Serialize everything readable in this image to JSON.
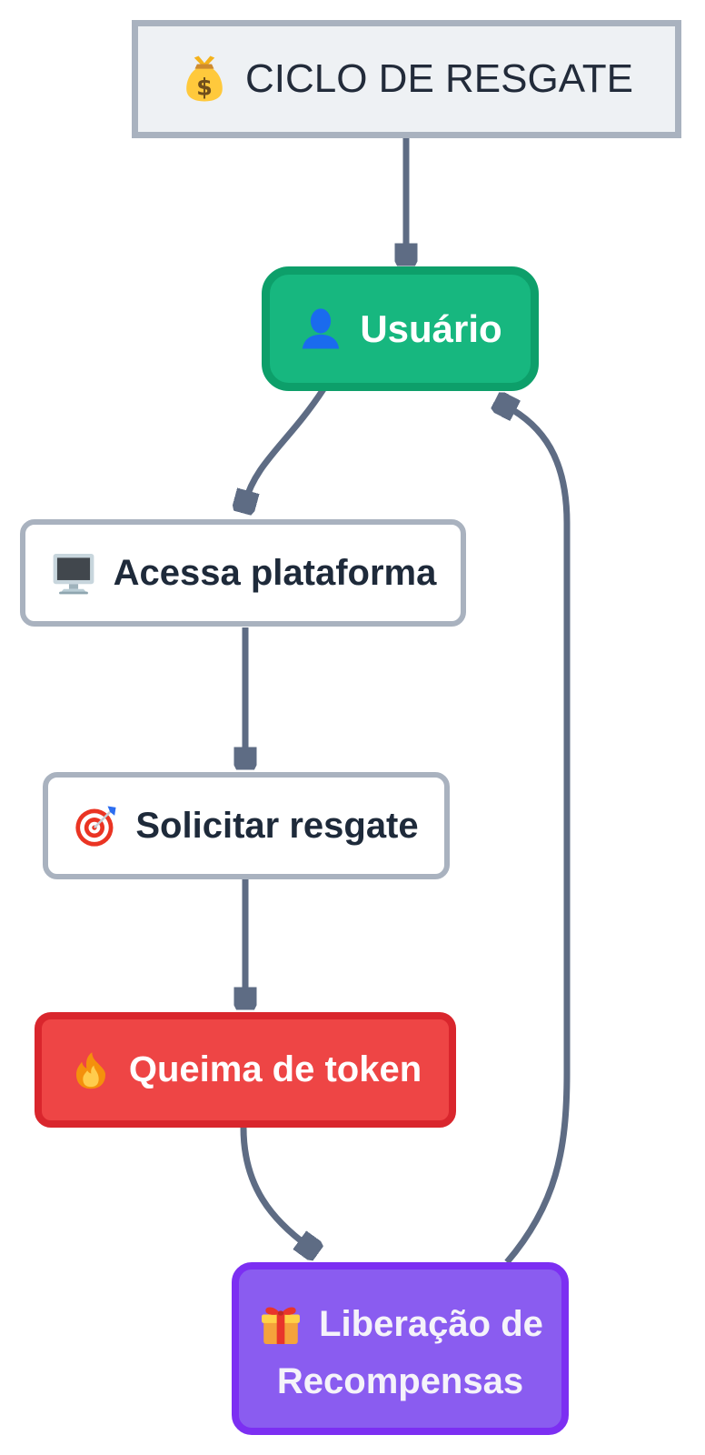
{
  "diagram": {
    "type": "flowchart",
    "background": "#ffffff",
    "edge_color": "#5e6c84",
    "title": {
      "label": "CICLO DE RESGATE",
      "icon": "money-bag-icon",
      "fill": "#eef1f4",
      "border": "#a9b2bf",
      "text_color": "#222b3a"
    },
    "nodes": [
      {
        "id": "usuario",
        "label": "Usuário",
        "icon": "user-icon",
        "fill": "#17b77f",
        "border": "#0d9f6a",
        "text_color": "#ffffff"
      },
      {
        "id": "acessa-plataforma",
        "label": "Acessa plataforma",
        "icon": "computer-icon",
        "fill": "#ffffff",
        "border": "#a9b2bf",
        "text_color": "#1e2a3a"
      },
      {
        "id": "solicitar-resgate",
        "label": "Solicitar resgate",
        "icon": "target-icon",
        "fill": "#ffffff",
        "border": "#a9b2bf",
        "text_color": "#1e2a3a"
      },
      {
        "id": "queima-token",
        "label": "Queima de token",
        "icon": "fire-icon",
        "fill": "#ee4545",
        "border": "#d9262d",
        "text_color": "#ffffff"
      },
      {
        "id": "liberacao-recompensas",
        "label": "Liberação de Recompensas",
        "lines": [
          "Liberação de",
          "Recompensas"
        ],
        "icon": "gift-icon",
        "fill": "#8a5cf0",
        "border": "#7c2ff2",
        "text_color": "#ffffff"
      }
    ],
    "edges": [
      {
        "from": "CICLO DE RESGATE",
        "to": "Usuário"
      },
      {
        "from": "Usuário",
        "to": "Acessa plataforma"
      },
      {
        "from": "Acessa plataforma",
        "to": "Solicitar resgate"
      },
      {
        "from": "Solicitar resgate",
        "to": "Queima de token"
      },
      {
        "from": "Queima de token",
        "to": "Liberação de Recompensas"
      },
      {
        "from": "Liberação de Recompensas",
        "to": "Usuário"
      }
    ]
  }
}
